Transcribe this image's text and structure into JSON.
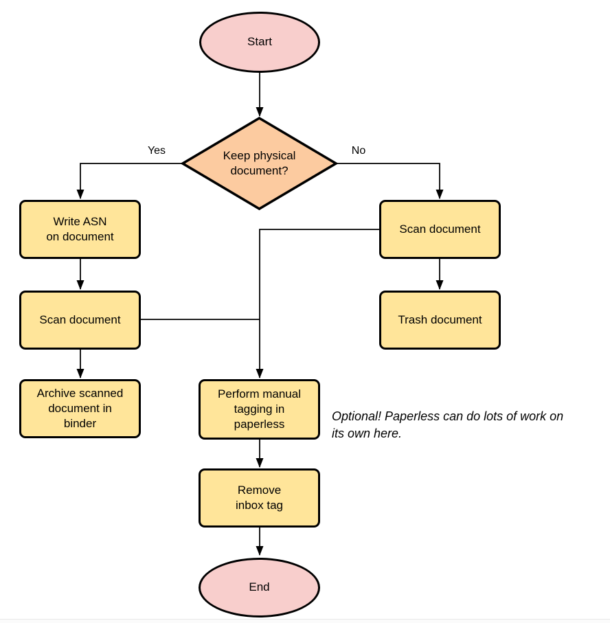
{
  "colors": {
    "terminal_fill": "#F8CECC",
    "decision_fill": "#FCCBA0",
    "process_fill": "#FFE59A",
    "stroke": "#000000"
  },
  "nodes": {
    "start": {
      "type": "terminal",
      "lines": [
        "Start"
      ]
    },
    "decision": {
      "type": "decision",
      "lines": [
        "Keep physical",
        "document?"
      ]
    },
    "write_asn": {
      "type": "process",
      "lines": [
        "Write ASN",
        "on document"
      ]
    },
    "scan_left": {
      "type": "process",
      "lines": [
        "Scan document"
      ]
    },
    "archive": {
      "type": "process",
      "lines": [
        "Archive scanned",
        "document in",
        "binder"
      ]
    },
    "scan_right": {
      "type": "process",
      "lines": [
        "Scan document"
      ]
    },
    "trash": {
      "type": "process",
      "lines": [
        "Trash document"
      ]
    },
    "tagging": {
      "type": "process",
      "lines": [
        "Perform manual",
        "tagging in",
        "paperless"
      ]
    },
    "remove_inbox": {
      "type": "process",
      "lines": [
        "Remove",
        "inbox tag"
      ]
    },
    "end": {
      "type": "terminal",
      "lines": [
        "End"
      ]
    }
  },
  "edge_labels": {
    "yes": "Yes",
    "no": "No"
  },
  "annotation": {
    "lines": [
      "Optional! Paperless can do lots of work on",
      "its own here."
    ]
  }
}
